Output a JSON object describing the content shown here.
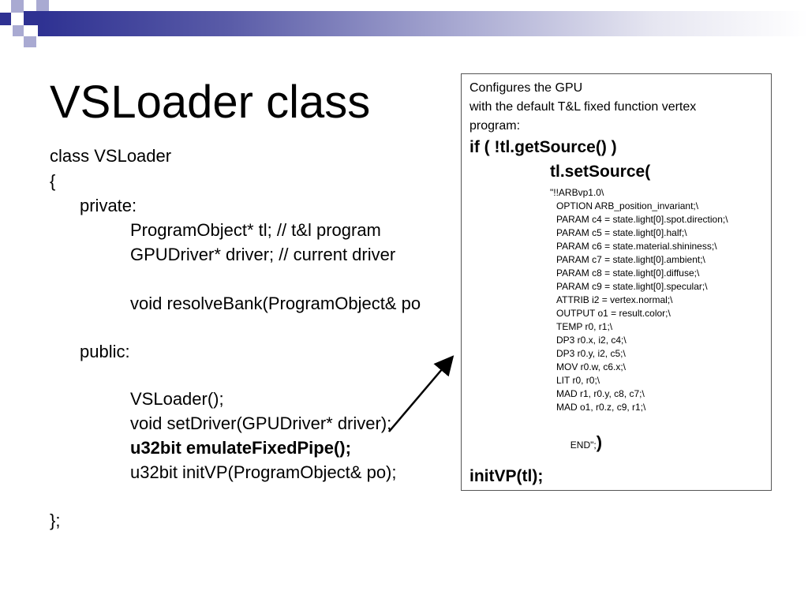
{
  "slide": {
    "title": "VSLoader class"
  },
  "code_lines": [
    "class VSLoader",
    "{",
    "private:",
    "ProgramObject* tl; // t&l program",
    "GPUDriver* driver; // current driver",
    "void resolveBank(ProgramObject& po",
    "public:",
    "VSLoader();",
    "void setDriver(GPUDriver* driver);",
    "u32bit emulateFixedPipe();",
    "u32bit initVP(ProgramObject& po);",
    "};"
  ],
  "callout": {
    "note_lines": [
      "Configures the GPU",
      "with the default T&L fixed function vertex",
      "program:"
    ],
    "if_line": "if ( !tl.getSource() )",
    "set_source": "tl.setSource(",
    "asm_lines": [
      "\"!!ARBvp1.0\\",
      "OPTION ARB_position_invariant;\\",
      "PARAM c4 = state.light[0].spot.direction;\\",
      "PARAM c5 = state.light[0].half;\\",
      "PARAM c6 = state.material.shininess;\\",
      "PARAM c7 = state.light[0].ambient;\\",
      "PARAM c8 = state.light[0].diffuse;\\",
      "PARAM c9 = state.light[0].specular;\\",
      "ATTRIB i2 = vertex.normal;\\",
      "OUTPUT o1 = result.color;\\",
      "TEMP r0, r1;\\",
      "DP3 r0.x, i2, c4;\\",
      "DP3 r0.y, i2, c5;\\",
      "MOV r0.w, c6.x;\\",
      "LIT r0, r0;\\",
      "MAD r1, r0.y, c8, c7;\\",
      "MAD o1, r0.z, c9, r1;\\"
    ],
    "end_text": "END\";",
    "close_paren": ")",
    "init_line": "initVP(tl);"
  },
  "colors": {
    "band_dark": "#2e3192",
    "square_dark": "#2e3192",
    "square_light": "#a9aad2"
  }
}
